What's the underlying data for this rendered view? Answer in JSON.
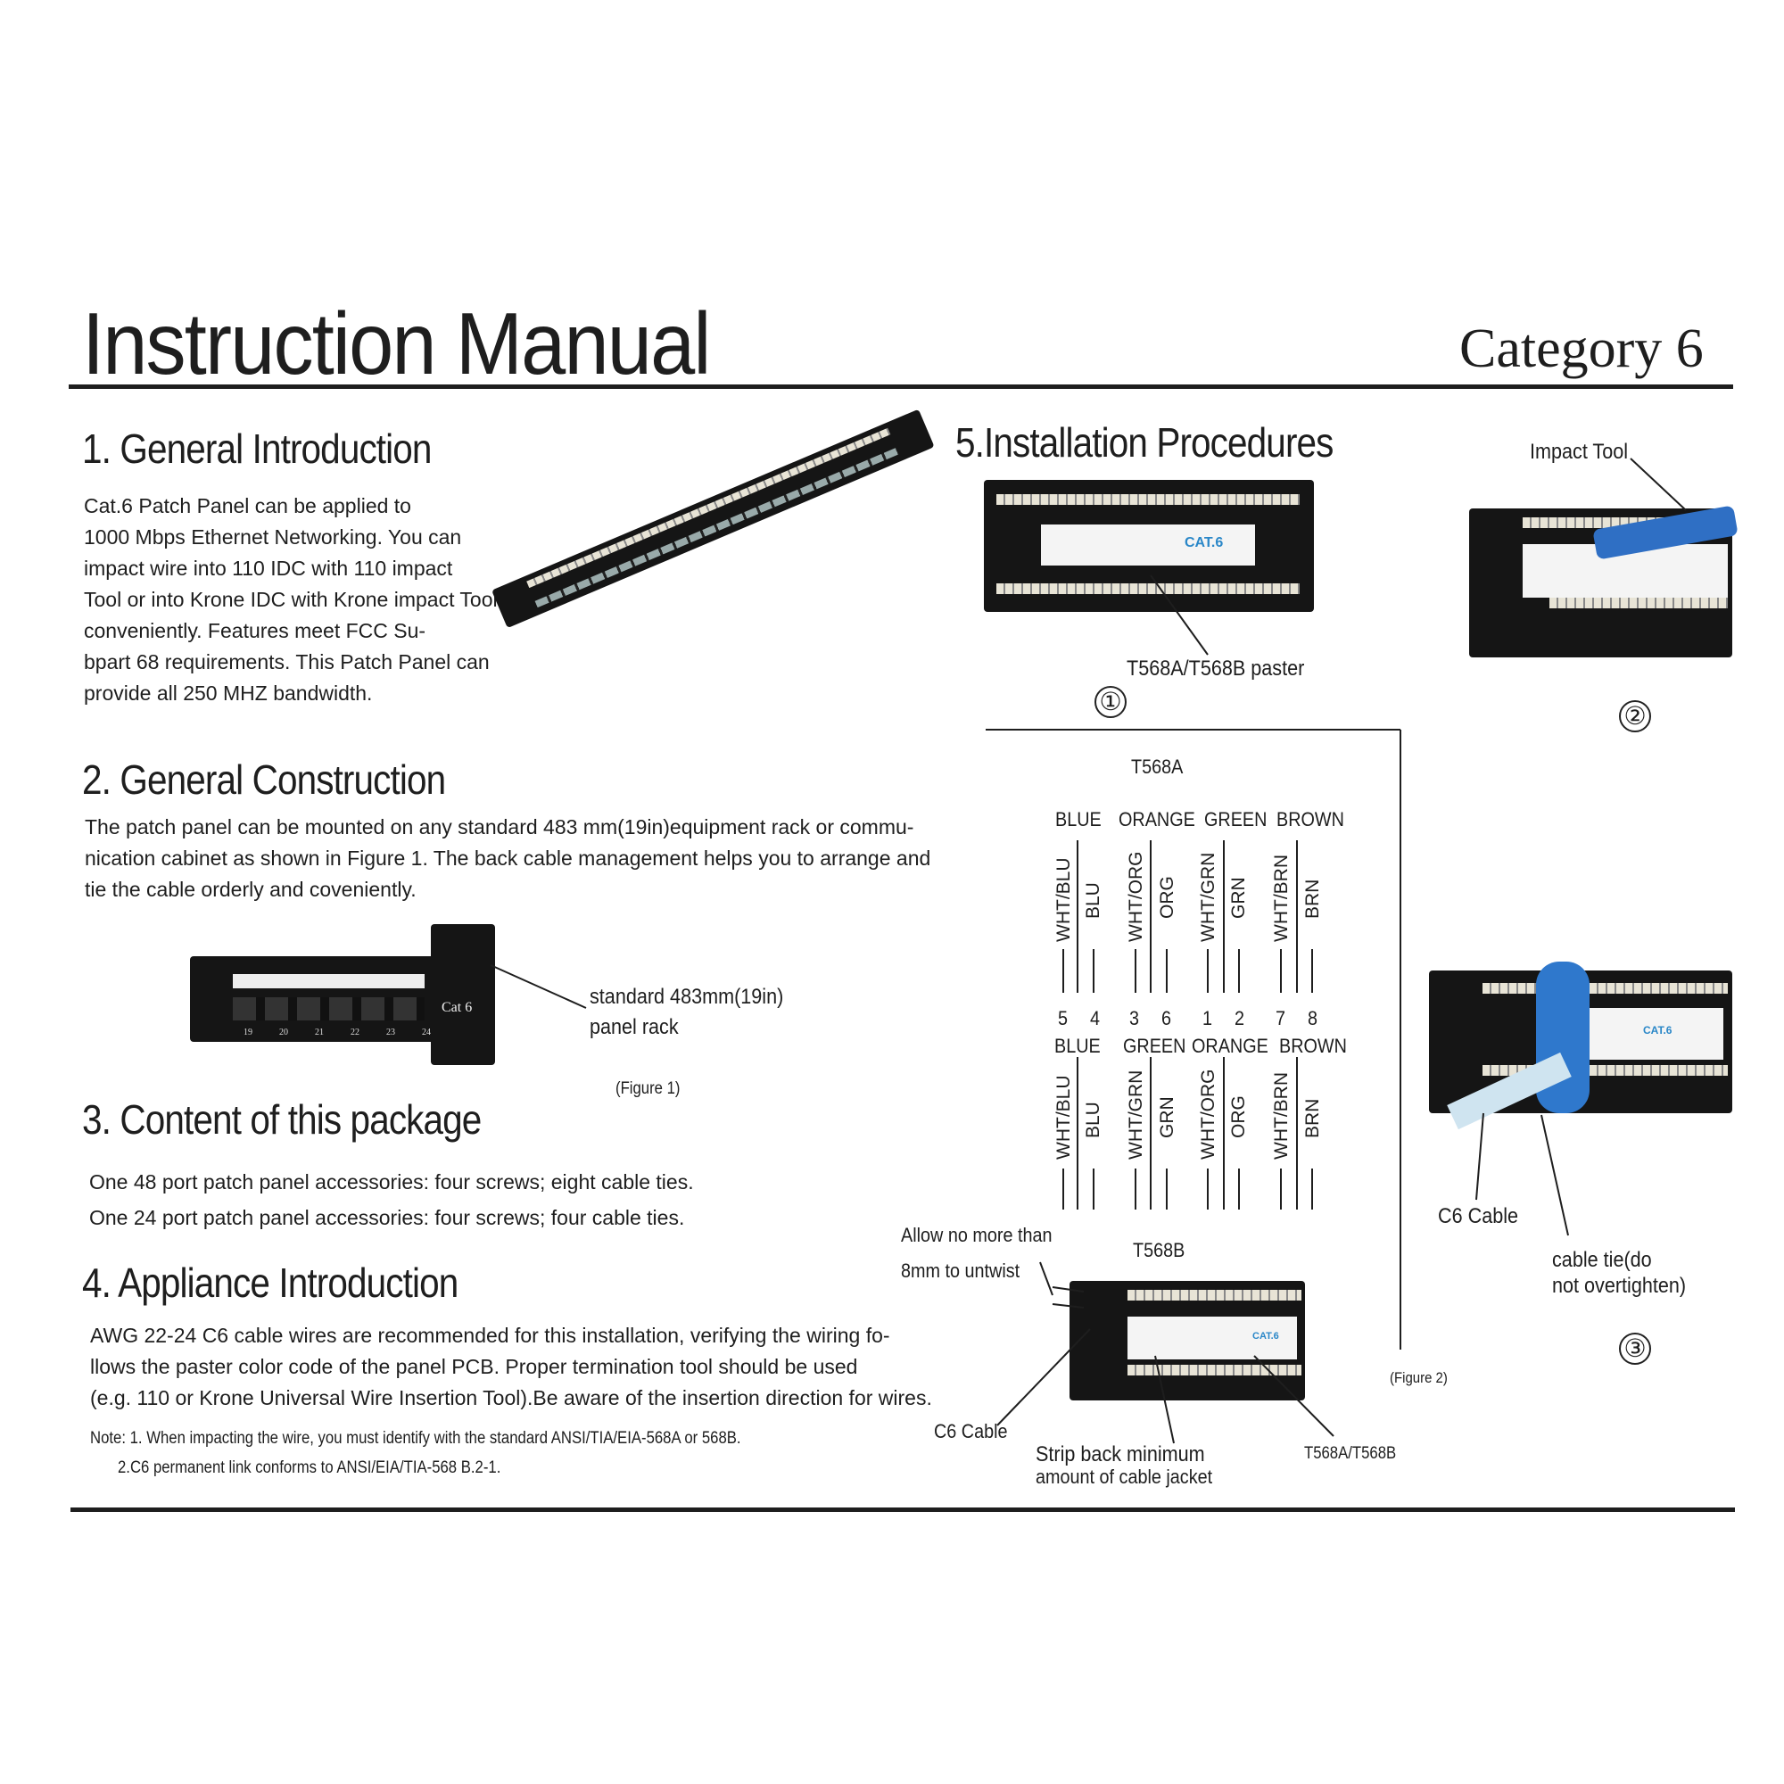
{
  "header": {
    "title": "Instruction Manual",
    "subtitle": "Category 6"
  },
  "s1": {
    "heading": "1. General Introduction",
    "lines": [
      "Cat.6 Patch Panel can be applied to",
      "1000 Mbps Ethernet Networking. You can",
      "impact wire into 110 IDC with 110 impact",
      "Tool or into Krone IDC with Krone impact Tool",
      "conveniently. Features meet FCC Su-",
      "bpart 68 requirements. This Patch Panel can",
      "provide all 250 MHZ bandwidth."
    ]
  },
  "s2": {
    "heading": "2. General Construction",
    "lines": [
      "The patch panel can be mounted on any standard 483 mm(19in)equipment rack or commu-",
      "nication cabinet as shown in Figure 1. The back cable management helps you to arrange and",
      "tie the cable orderly and coveniently."
    ],
    "fig_label1": "standard 483mm(19in)",
    "fig_label2": "panel rack",
    "fig_caption": "(Figure 1)",
    "panel_text": "Cat 6",
    "port_numbers": [
      "19",
      "20",
      "21",
      "22",
      "23",
      "24"
    ]
  },
  "s3": {
    "heading": "3.  Content of this package",
    "lines": [
      "One 48 port patch panel accessories: four screws; eight cable ties.",
      "One 24 port patch panel accessories: four screws; four cable ties."
    ]
  },
  "s4": {
    "heading": "4. Appliance Introduction",
    "lines": [
      "AWG 22-24 C6 cable wires are recommended for this installation, verifying the wiring fo-",
      "llows the paster color code of the panel PCB. Proper termination tool should be used",
      "(e.g. 110 or Krone Universal Wire Insertion Tool).Be aware of the insertion direction for wires."
    ],
    "notes": [
      "Note: 1. When impacting the wire, you must identify with the standard ANSI/TIA/EIA-568A or 568B.",
      "2.C6 permanent link conforms to ANSI/EIA/TIA-568 B.2-1."
    ]
  },
  "s5": {
    "heading": "5.Installation Procedures",
    "step1": {
      "label": "T568A/T568B paster",
      "num": "①",
      "cat": "CAT.6"
    },
    "step2": {
      "label": "Impact Tool",
      "num": "②"
    },
    "step3": {
      "label1": "C6 Cable",
      "label2": "cable tie(do",
      "label3": "not overtighten)",
      "num": "③",
      "cat": "CAT.6"
    },
    "t568a": {
      "title": "T568A",
      "pairs": [
        "BLUE",
        "ORANGE",
        "GREEN",
        "BROWN"
      ],
      "wires": [
        "WHT/BLU",
        "BLU",
        "WHT/ORG",
        "ORG",
        "WHT/GRN",
        "GRN",
        "WHT/BRN",
        "BRN"
      ]
    },
    "pins": [
      "5",
      "4",
      "3",
      "6",
      "1",
      "2",
      "7",
      "8"
    ],
    "t568b": {
      "title": "T568B",
      "pairs": [
        "BLUE",
        "GREEN",
        "ORANGE",
        "BROWN"
      ],
      "wires": [
        "WHT/BLU",
        "BLU",
        "WHT/GRN",
        "GRN",
        "WHT/ORG",
        "ORG",
        "WHT/BRN",
        "BRN"
      ]
    },
    "untwist1": "Allow no more than",
    "untwist2": "8mm to untwist",
    "c6": "C6 Cable",
    "strip1": "Strip back minimum",
    "strip2": "amount of cable jacket",
    "paster": "T568A/T568B",
    "caption": "(Figure 2)",
    "cat": "CAT.6"
  }
}
